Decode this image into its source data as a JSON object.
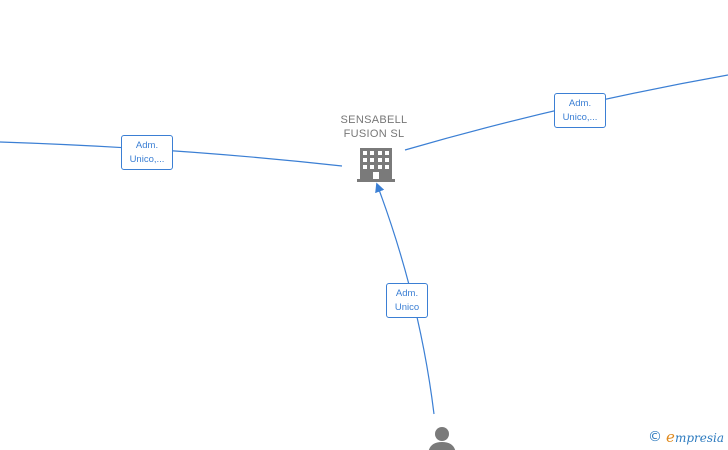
{
  "company_node": {
    "name_line1": "SENSABELL",
    "name_line2": "FUSION SL",
    "icon": "building-icon"
  },
  "person_node": {
    "icon": "person-icon"
  },
  "edges": [
    {
      "label_line1": "Adm.",
      "label_line2": "Unico,..."
    },
    {
      "label_line1": "Adm.",
      "label_line2": "Unico,..."
    },
    {
      "label_line1": "Adm.",
      "label_line2": "Unico"
    }
  ],
  "brand": {
    "copyright": "©",
    "name_initial": "e",
    "name_rest": "mpresia"
  },
  "colors": {
    "edge": "#3b7fd4",
    "node_icon": "#7a7a7a",
    "brand": "#2e7bbf",
    "brand_accent": "#e08a1e"
  }
}
